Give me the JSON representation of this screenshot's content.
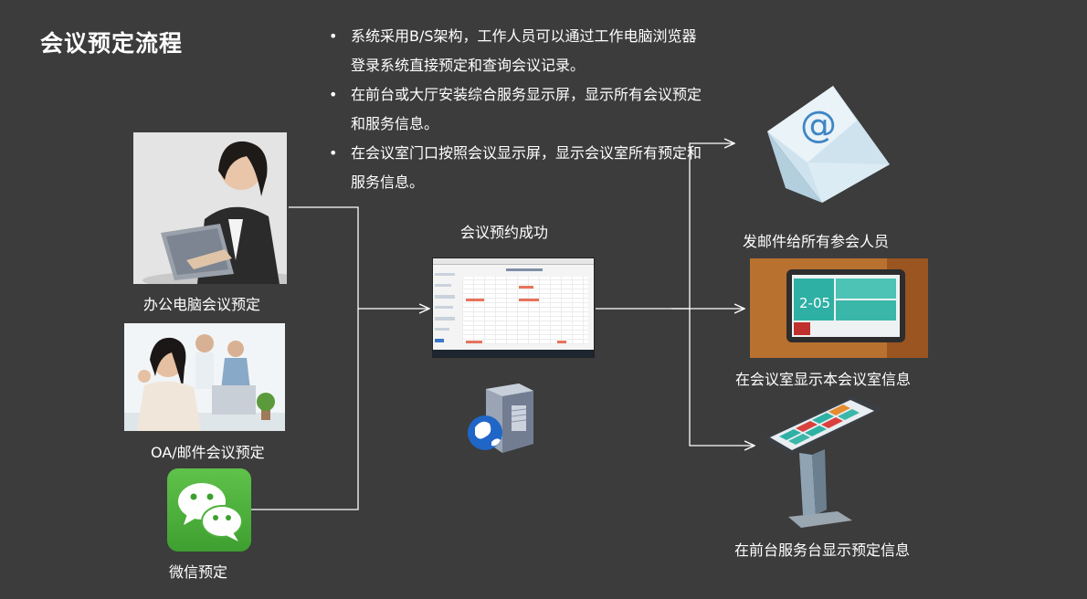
{
  "title": "会议预定流程",
  "bullets": [
    "系统采用B/S架构，工作人员可以通过工作电脑浏览器登录系统直接预定和查询会议记录。",
    "在前台或大厅安装综合服务显示屏，显示所有会议预定和服务信息。",
    "在会议室门口按照会议显示屏，显示会议室所有预定和服务信息。"
  ],
  "bullet_symbol": "•",
  "inputs": {
    "pc": "办公电脑会议预定",
    "oa": "OA/邮件会议预定",
    "wechat": "微信预定"
  },
  "center": {
    "success": "会议预约成功"
  },
  "outputs": {
    "email": "发邮件给所有参会人员",
    "room": "在会议室显示本会议室信息",
    "front": "在前台服务台显示预定信息"
  },
  "graphics": {
    "door_panel_time": "2-05",
    "email_symbol": "@"
  },
  "colors": {
    "background": "#3c3c3c",
    "text": "#ffffff",
    "connector": "#ffffff",
    "wechat_green": "#4db13c"
  }
}
